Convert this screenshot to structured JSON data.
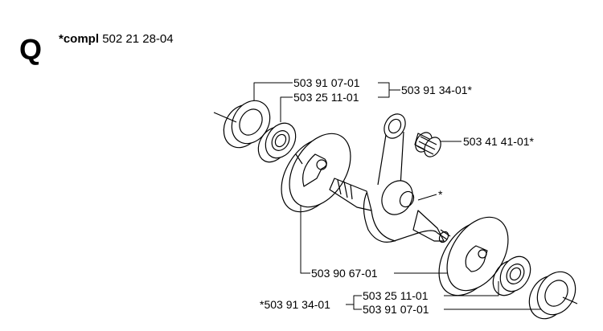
{
  "section": {
    "letter": "Q",
    "compl_prefix": "*compl",
    "compl_number": "502 21 28-04"
  },
  "labels": {
    "upper_bearing_outer": "503 91 07-01",
    "upper_bearing_inner": "503 25 11-01",
    "upper_set": "503 91 34-01*",
    "needle_bearing": "503 41 41-01*",
    "crank_asterisk": "*",
    "flywheel_half": "503 90 67-01",
    "lower_bearing_inner": "503 25 11-01",
    "lower_bearing_outer": "503 91 07-01",
    "lower_set": "*503 91 34-01"
  }
}
